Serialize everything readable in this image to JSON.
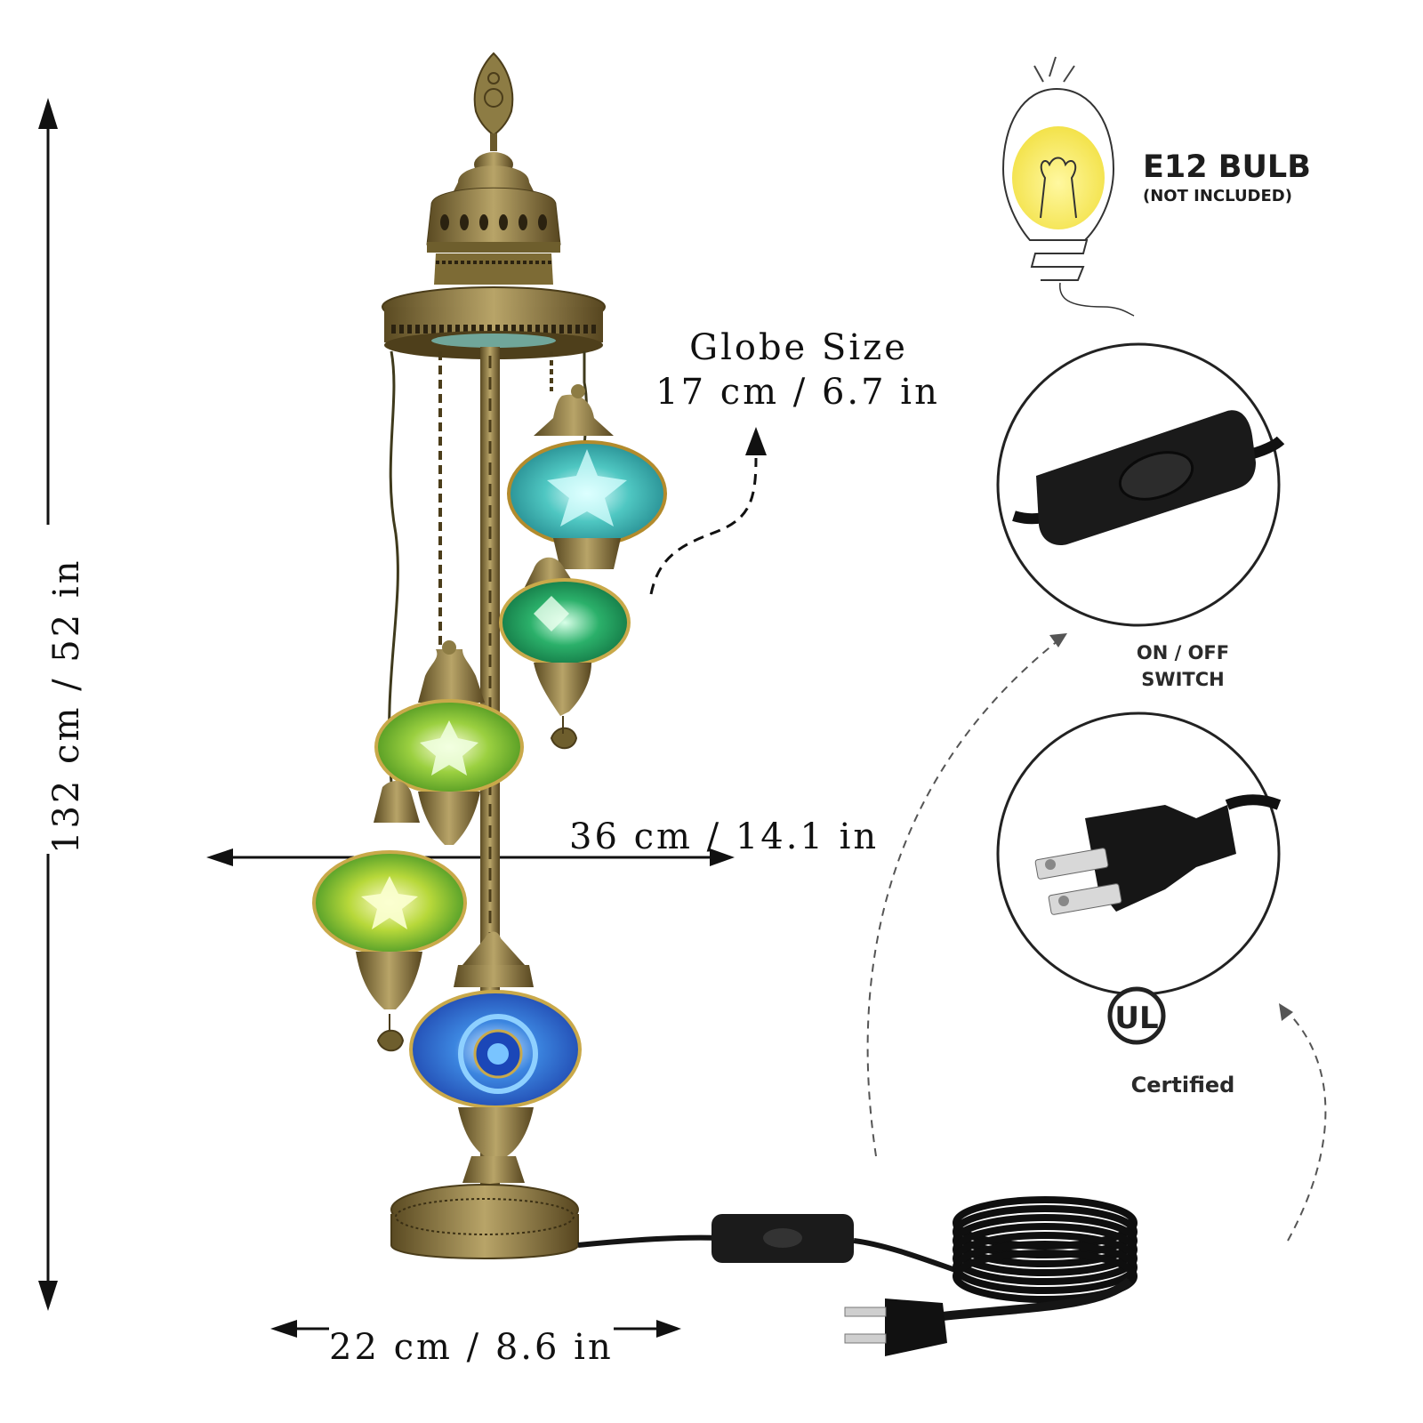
{
  "dimensions": {
    "height": "132 cm / 52 in",
    "globe_title": "Globe Size",
    "globe_value": "17 cm / 6.7 in",
    "width": "36 cm / 14.1 in",
    "base": "22 cm / 8.6 in"
  },
  "bulb": {
    "title": "E12 BULB",
    "note": "(NOT INCLUDED)"
  },
  "switch_label": {
    "line1": "ON / OFF",
    "line2": "SWITCH"
  },
  "certification": {
    "mark": "UL",
    "label": "Certified"
  },
  "colors": {
    "brass": "#7a6a3a",
    "globe_teal": "#3fb6b0",
    "globe_green": "#25a865",
    "globe_lime": "#8dc63f",
    "globe_blue": "#2a5fc7",
    "bulb_glow": "#f4e85a",
    "cable": "#151515"
  }
}
